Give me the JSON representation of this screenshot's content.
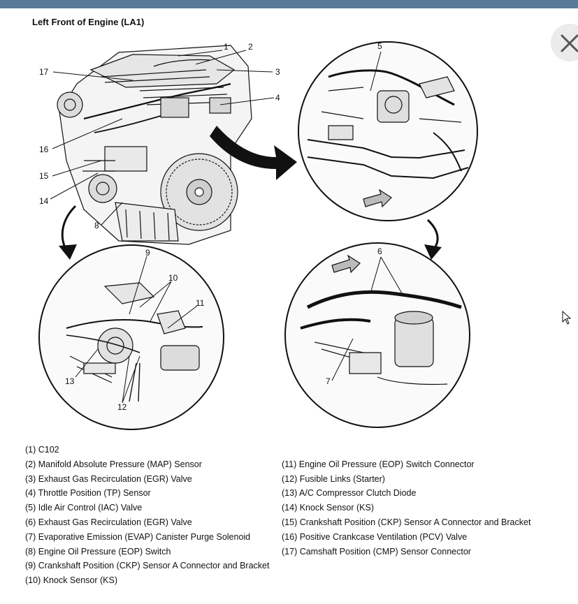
{
  "header": {
    "title": "Left Front of Engine (LA1)"
  },
  "close_button": {
    "icon": "close-icon"
  },
  "callouts": {
    "c1": "1",
    "c2": "2",
    "c3": "3",
    "c4": "4",
    "c5": "5",
    "c6": "6",
    "c7": "7",
    "c8": "8",
    "c9": "9",
    "c10": "10",
    "c11": "11",
    "c12": "12",
    "c13": "13",
    "c14": "14",
    "c15": "15",
    "c16": "16",
    "c17": "17"
  },
  "legend": {
    "left": [
      "(1) C102",
      "(2) Manifold Absolute Pressure (MAP) Sensor",
      "(3) Exhaust Gas Recirculation (EGR) Valve",
      "(4) Throttle Position (TP) Sensor",
      "(5) Idle Air Control (IAC) Valve",
      "(6) Exhaust Gas Recirculation (EGR) Valve",
      "(7) Evaporative Emission (EVAP) Canister Purge Solenoid",
      "(8) Engine Oil Pressure (EOP) Switch",
      "(9) Crankshaft Position (CKP) Sensor A Connector and Bracket",
      "(10) Knock Sensor (KS)"
    ],
    "right": [
      "(11) Engine Oil Pressure (EOP) Switch Connector",
      "(12) Fusible Links (Starter)",
      "(13) A/C Compressor Clutch Diode",
      "(14) Knock Sensor (KS)",
      "(15) Crankshaft Position (CKP) Sensor A Connector and Bracket",
      "(16) Positive Crankcase Ventilation (PCV) Valve",
      "(17) Camshaft Position (CMP) Sensor Connector"
    ]
  }
}
